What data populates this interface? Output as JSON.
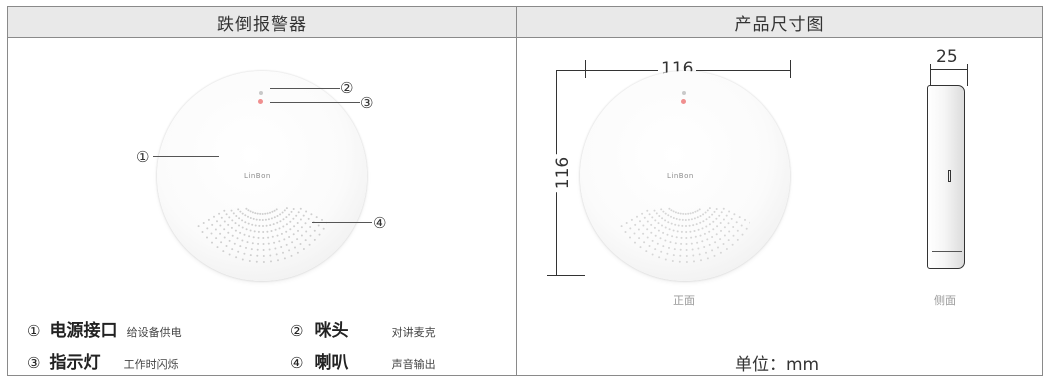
{
  "headers": {
    "left": "跌倒报警器",
    "right": "产品尺寸图"
  },
  "device": {
    "brand": "LinBon"
  },
  "callouts": [
    "①",
    "②",
    "③",
    "④"
  ],
  "features": [
    {
      "num": "①",
      "name": "电源接口",
      "desc": "给设备供电"
    },
    {
      "num": "②",
      "name": "咪头",
      "desc": "对讲麦克"
    },
    {
      "num": "③",
      "name": "指示灯",
      "desc": "工作时闪烁"
    },
    {
      "num": "④",
      "name": "喇叭",
      "desc": "声音输出"
    }
  ],
  "dimensions": {
    "width": "116",
    "height": "116",
    "depth": "25"
  },
  "captions": {
    "front": "正面",
    "side": "侧面"
  },
  "unit": "单位：mm",
  "colors": {
    "header_bg": "#e9e9e9",
    "border": "#8a8a8a",
    "led": "#f08f8f"
  }
}
